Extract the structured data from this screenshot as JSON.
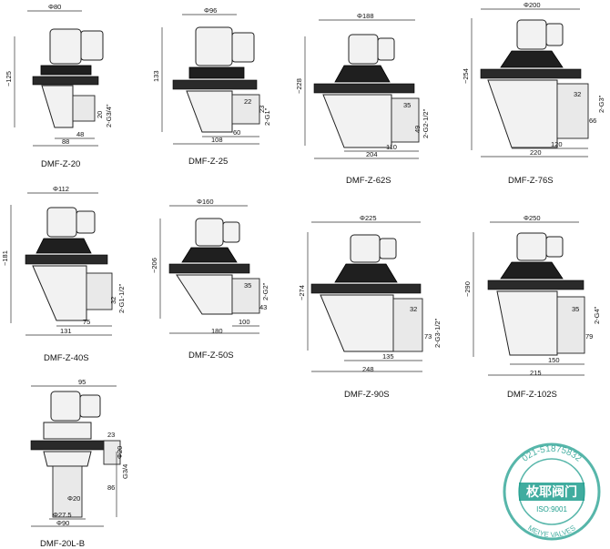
{
  "valves": [
    {
      "model": "DMF-Z-20",
      "dims": [
        "Φ80",
        "~125",
        "20",
        "2-G3/4\"",
        "48",
        "88"
      ]
    },
    {
      "model": "DMF-Z-25",
      "dims": [
        "Φ96",
        "133",
        "22",
        "23",
        "2-G1\"",
        "60",
        "108"
      ]
    },
    {
      "model": "DMF-Z-62S",
      "dims": [
        "Φ188",
        "~228",
        "35",
        "49",
        "2-G2-1/2\"",
        "110",
        "204"
      ]
    },
    {
      "model": "DMF-Z-76S",
      "dims": [
        "Φ200",
        "~254",
        "32",
        "66",
        "2-G3\"",
        "120",
        "220"
      ]
    },
    {
      "model": "DMF-Z-40S",
      "dims": [
        "Φ112",
        "~181",
        "32",
        "2-G1-1/2\"",
        "75",
        "131"
      ]
    },
    {
      "model": "DMF-Z-50S",
      "dims": [
        "Φ160",
        "~206",
        "35",
        "43",
        "2-G2\"",
        "100",
        "180"
      ]
    },
    {
      "model": "DMF-Z-90S",
      "dims": [
        "Φ225",
        "~274",
        "32",
        "73",
        "2-G3-1/2\"",
        "135",
        "248"
      ]
    },
    {
      "model": "DMF-Z-102S",
      "dims": [
        "Φ250",
        "~290",
        "35",
        "79",
        "2-G4\"",
        "150",
        "215"
      ]
    },
    {
      "model": "DMF-20L-B",
      "dims": [
        "95",
        "23",
        "Φ20",
        "G3/4",
        "86",
        "Φ20",
        "Φ27.5",
        "Φ90"
      ]
    }
  ],
  "watermark": {
    "top_text": "021-51875832",
    "cn_text": "枚耶阀门",
    "bottom_text": "MEIYE VALVES",
    "iso": "ISO:9001",
    "color": "#1f9e8e"
  }
}
